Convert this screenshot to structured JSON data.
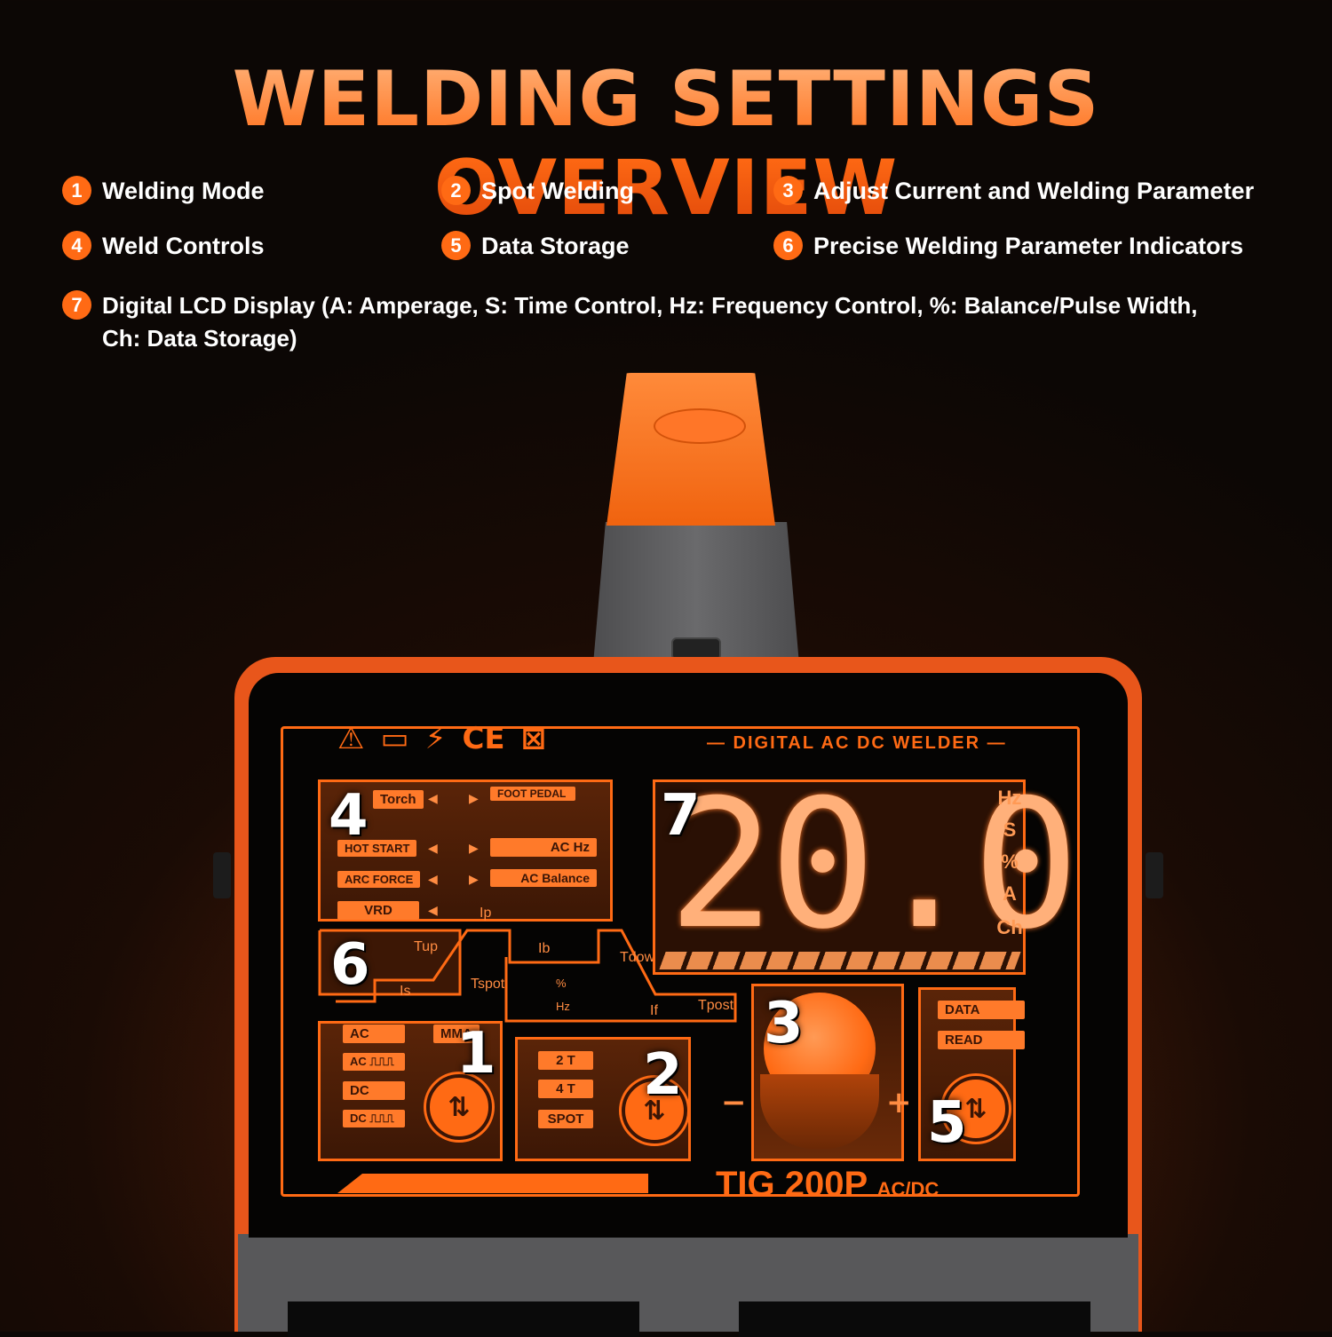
{
  "title": "WELDING SETTINGS OVERVIEW",
  "features": [
    {
      "n": "1",
      "label": "Welding Mode"
    },
    {
      "n": "2",
      "label": "Spot Welding"
    },
    {
      "n": "3",
      "label": "Adjust Current and Welding Parameter"
    },
    {
      "n": "4",
      "label": "Weld Controls"
    },
    {
      "n": "5",
      "label": "Data Storage"
    },
    {
      "n": "6",
      "label": "Precise Welding Parameter Indicators"
    },
    {
      "n": "7",
      "line1": "Digital LCD Display (A: Amperage,   S: Time Control,   Hz: Frequency Control,   %: Balance/Pulse Width,",
      "line2": "Ch: Data Storage)"
    }
  ],
  "panel": {
    "banner": "— DIGITAL AC DC WELDER —",
    "display_value": "20.0",
    "units": [
      "Hz",
      "S",
      "%",
      "A",
      "Ch"
    ],
    "controls": {
      "torch": "Torch",
      "foot_pedal": "FOOT PEDAL",
      "hot_start": "HOT START",
      "ac_hz": "AC Hz",
      "arc_force": "ARC FORCE",
      "ac_balance": "AC Balance",
      "vrd": "VRD",
      "ip": "Ip"
    },
    "params": {
      "tup": "Tup",
      "is": "Is",
      "tspot": "Tspot",
      "ib": "Ib",
      "tdown": "Tdown",
      "if": "If",
      "tpost": "Tpost",
      "pct": "%",
      "hz": "Hz"
    },
    "modes": [
      "AC",
      "AC ⎍⎍⎍",
      "DC",
      "DC ⎍⎍⎍"
    ],
    "mma": "MMA",
    "triggers": [
      "2 T",
      "4 T",
      "SPOT"
    ],
    "storage": [
      "DATA",
      "READ"
    ],
    "minus": "−",
    "plus": "+",
    "model": "TIG 200P",
    "model_suffix": "AC/DC",
    "callouts": [
      "1",
      "2",
      "3",
      "4",
      "5",
      "6",
      "7"
    ]
  },
  "colors": {
    "accent": "#ff6a14",
    "background": "#0c0705"
  }
}
